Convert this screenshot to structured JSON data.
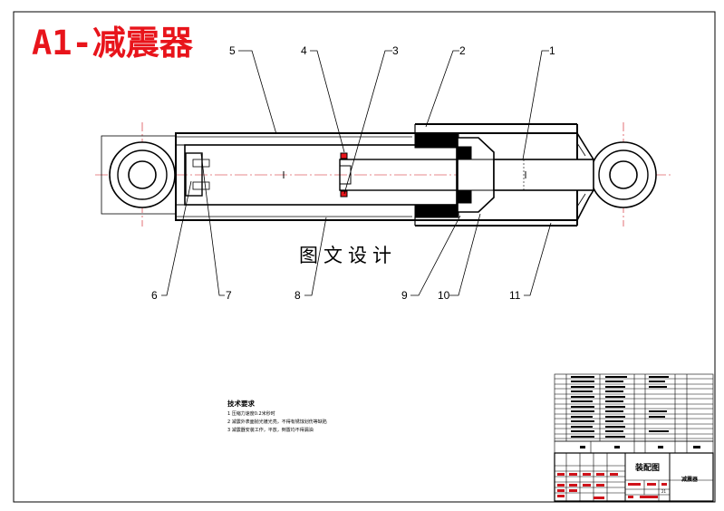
{
  "title": "A1-减震器",
  "watermark": "图文设计",
  "callouts": [
    "1",
    "2",
    "3",
    "4",
    "5",
    "6",
    "7",
    "8",
    "9",
    "10",
    "11"
  ],
  "tech_requirements": {
    "heading": "技术要求",
    "lines": [
      "1 压缩力速度0.2米秒时",
      "2 减震外表面抛光镀光亮，不得有锈蚀划伤等缺陷",
      "3 减震器安装工作，平放，倒置均不得漏油"
    ]
  },
  "title_block": {
    "drawing_type": "装配图",
    "part_name": "减震器",
    "scale_number": "21"
  },
  "colors": {
    "title": "#e8141b",
    "line": "#000000",
    "title_block_mark": "#d0121a",
    "axis": "#d0121a"
  }
}
